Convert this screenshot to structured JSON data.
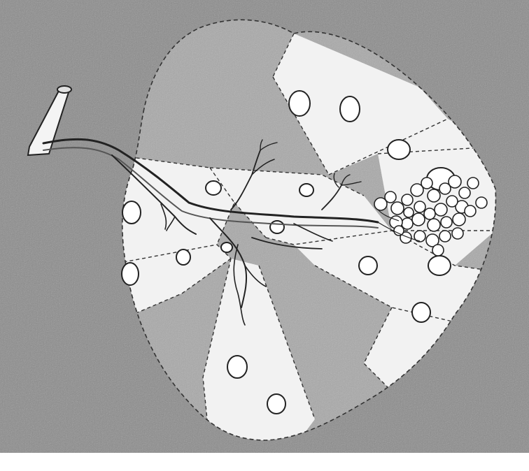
{
  "illustration": {
    "subject": "lung-segments-with-bronchial-tree",
    "style": "grayscale-line-drawing",
    "colors": {
      "background": "#8a8a8a",
      "light_segment": "#f2f2f2",
      "dark_segment": "#a9a9a9",
      "outline": "#222222",
      "white": "#ffffff"
    },
    "segment_count": 10,
    "visible_text": []
  }
}
